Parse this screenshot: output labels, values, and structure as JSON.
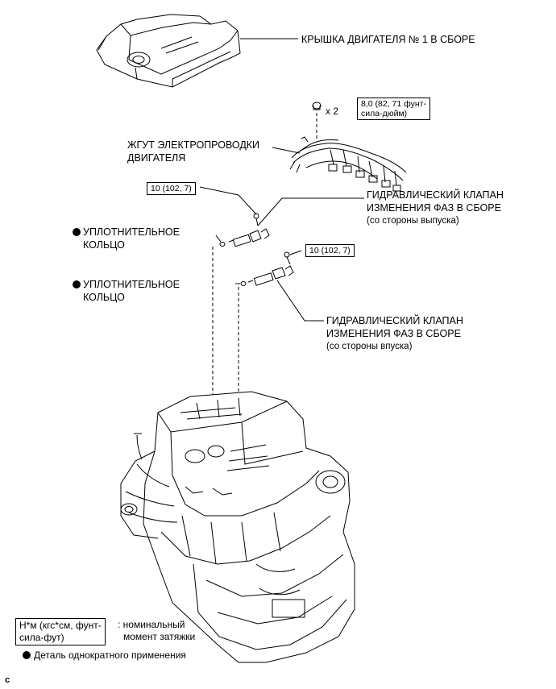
{
  "callouts": {
    "engine_cover": "КРЫШКА ДВИГАТЕЛЯ № 1 В СБОРЕ",
    "bolt_torque_line1": "8,0 (82, 71 фунт-",
    "bolt_torque_line2": "сила-дюйм)",
    "bolt_qty": "x 2",
    "harness_line1": "ЖГУТ ЭЛЕКТРОПРОВОДКИ",
    "harness_line2": "ДВИГАТЕЛЯ",
    "torque_exhaust": "10 (102, 7)",
    "ocv_exhaust_line1": "ГИДРАВЛИЧЕСКИЙ КЛАПАН",
    "ocv_exhaust_line2": "ИЗМЕНЕНИЯ ФАЗ В СБОРЕ",
    "ocv_exhaust_line3": "(со стороны выпуска)",
    "oring1_line1": "УПЛОТНИТЕЛЬНОЕ",
    "oring1_line2": "КОЛЬЦО",
    "torque_intake": "10 (102, 7)",
    "oring2_line1": "УПЛОТНИТЕЛЬНОЕ",
    "oring2_line2": "КОЛЬЦО",
    "ocv_intake_line1": "ГИДРАВЛИЧЕСКИЙ КЛАПАН",
    "ocv_intake_line2": "ИЗМЕНЕНИЯ ФАЗ В СБОРЕ",
    "ocv_intake_line3": "(со стороны впуска)"
  },
  "legend": {
    "torque_unit_line1": "Н*м (кгс*см, фунт-",
    "torque_unit_line2": "сила-фут)",
    "torque_desc_line1": ": номинальный",
    "torque_desc_line2": "момент затяжки",
    "non_reusable": "Деталь однократного применения"
  },
  "corner_mark": "c"
}
